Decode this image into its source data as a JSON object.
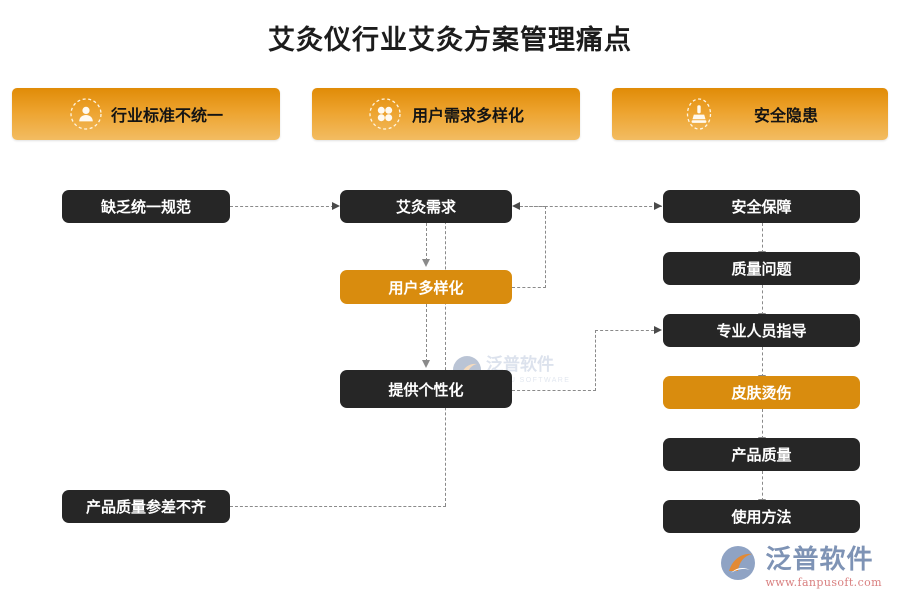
{
  "page": {
    "title": "艾灸仪行业艾灸方案管理痛点",
    "colors": {
      "accent": "#d98c0e",
      "banner_gradient_top": "#e08b07",
      "banner_gradient_bottom": "#f2bc62",
      "node_dark": "#262626",
      "connector": "#8a8a8a",
      "background": "#ffffff"
    }
  },
  "banners": [
    {
      "label": "行业标准不统一",
      "icon": "user-person-icon"
    },
    {
      "label": "用户需求多样化",
      "icon": "four-petal-group-icon"
    },
    {
      "label": "安全隐患",
      "icon": "stamp-seal-icon"
    }
  ],
  "nodes": {
    "left": [
      {
        "label": "缺乏统一规范",
        "style": "dark"
      },
      {
        "label": "产品质量参差不齐",
        "style": "dark"
      }
    ],
    "middle": [
      {
        "label": "艾灸需求",
        "style": "dark"
      },
      {
        "label": "用户多样化",
        "style": "accent"
      },
      {
        "label": "提供个性化",
        "style": "dark"
      }
    ],
    "right": [
      {
        "label": "安全保障",
        "style": "dark"
      },
      {
        "label": "质量问题",
        "style": "dark"
      },
      {
        "label": "专业人员指导",
        "style": "dark"
      },
      {
        "label": "皮肤烫伤",
        "style": "accent"
      },
      {
        "label": "产品质量",
        "style": "dark"
      },
      {
        "label": "使用方法",
        "style": "dark"
      }
    ]
  },
  "watermark": {
    "name": "泛普软件",
    "subtitle": "FANPU SOFTWARE"
  },
  "logo": {
    "name": "泛普软件",
    "url": "www.fanpusoft.com"
  }
}
